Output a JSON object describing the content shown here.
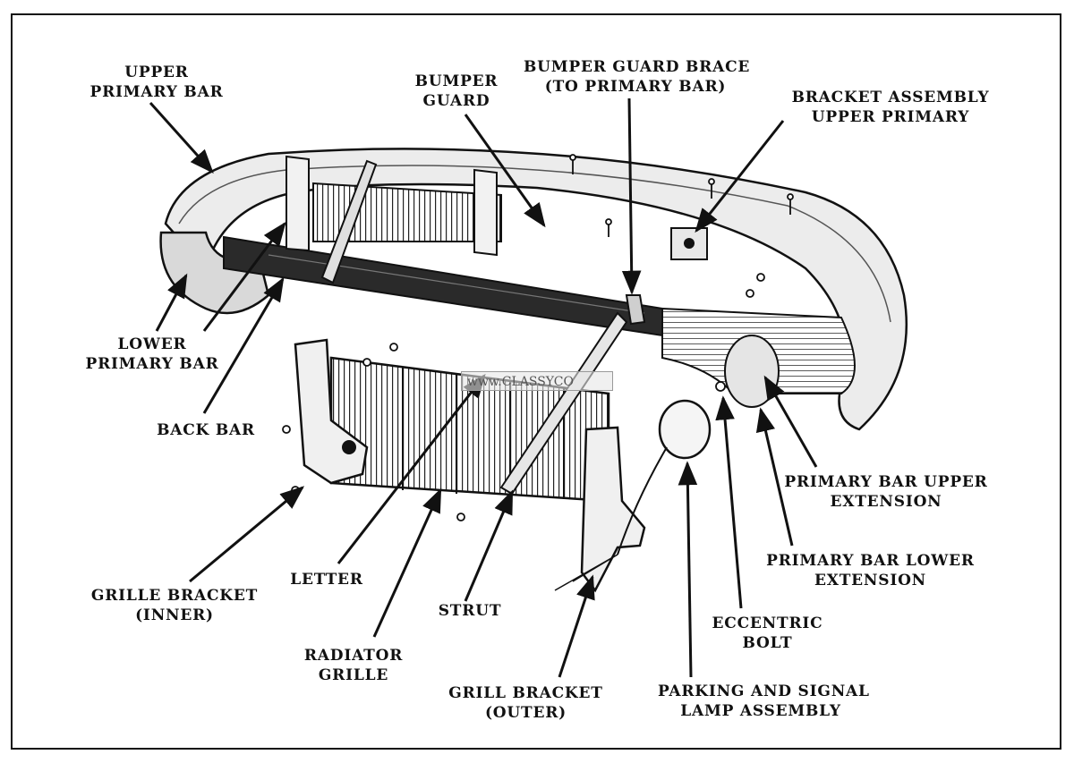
{
  "labels": {
    "upper_primary_bar": [
      "UPPER",
      "PRIMARY BAR"
    ],
    "bumper_guard": [
      "BUMPER",
      "GUARD"
    ],
    "bumper_guard_brace": [
      "BUMPER GUARD BRACE",
      "(TO PRIMARY BAR)"
    ],
    "bracket_assembly": [
      "BRACKET ASSEMBLY",
      "UPPER PRIMARY"
    ],
    "lower_primary_bar": [
      "LOWER",
      "PRIMARY BAR"
    ],
    "back_bar": [
      "BACK BAR"
    ],
    "primary_bar_upper_extension": [
      "PRIMARY BAR UPPER",
      "EXTENSION"
    ],
    "primary_bar_lower_extension": [
      "PRIMARY BAR LOWER",
      "EXTENSION"
    ],
    "grille_bracket_inner": [
      "GRILLE BRACKET",
      "(INNER)"
    ],
    "letter": [
      "LETTER"
    ],
    "strut": [
      "STRUT"
    ],
    "eccentric_bolt": [
      "ECCENTRIC",
      "BOLT"
    ],
    "radiator_grille": [
      "RADIATOR",
      "GRILLE"
    ],
    "grill_bracket_outer": [
      "GRILL BRACKET",
      "(OUTER)"
    ],
    "parking_lamp": [
      "PARKING AND SIGNAL",
      "LAMP ASSEMBLY"
    ]
  },
  "watermark": "www.CLASSYCO",
  "colors": {
    "ink": "#111111",
    "paper": "#ffffff",
    "shade": "#bdbdbd"
  }
}
